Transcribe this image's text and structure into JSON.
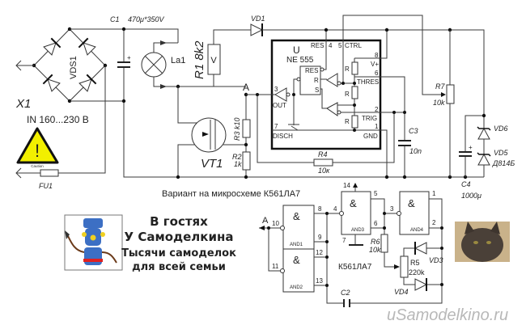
{
  "power": {
    "connector": "X1",
    "input": "IN  160...230 B",
    "caution": "Caution",
    "fuse": "FU1",
    "bridge": "VDS1"
  },
  "c1": {
    "name": "C1",
    "value": "470μ*350V"
  },
  "lamp": {
    "name": "La1"
  },
  "r1": {
    "label": "R1  8k2",
    "mark": "V"
  },
  "vd1": "VD1",
  "vt1": "VT1",
  "node_a": "A",
  "r3": "R3 k10",
  "r2": {
    "name": "R2",
    "value": "1k"
  },
  "ic555": {
    "ref": "U",
    "part": "NE 555",
    "pins": {
      "res": "RES",
      "p4": "4",
      "p5": "5",
      "ctrl": "CTRL",
      "p8": "8",
      "vplus": "V+",
      "p6": "6",
      "thres": "THRES",
      "p2": "2",
      "trig": "TRIG",
      "p1": "1",
      "gnd": "GND",
      "p3": "3",
      "out": "OUT",
      "p7": "7",
      "disch": "DISCH"
    },
    "ff": {
      "res": "RES",
      "r": "R",
      "s": "S"
    },
    "divider": "R"
  },
  "r4": {
    "name": "R4",
    "value": "10к"
  },
  "c3": {
    "name": "C3",
    "value": "10n"
  },
  "r7": {
    "name": "R7",
    "value": "10k"
  },
  "vd6": "VD6",
  "vd5": {
    "name": "VD5",
    "value": "Д814Б"
  },
  "c4": {
    "name": "C4",
    "value": "1000μ"
  },
  "variant_title": "Вариант на  микросхеме К561ЛА7",
  "logic": {
    "and_symbol": "&",
    "gates": [
      "AND1",
      "AND2",
      "AND3",
      "AND4"
    ],
    "pins": {
      "p8": "8",
      "p9": "9",
      "p10": "10",
      "p11": "11",
      "p12": "12",
      "p13": "13",
      "p4": "4",
      "p5": "5",
      "p6": "6",
      "p3": "3",
      "p1": "1",
      "p2": "2",
      "p7": "7",
      "p14": "14"
    },
    "chip": "К561ЛА7",
    "a": "A",
    "r6": {
      "name": "R6",
      "value": "10k"
    },
    "r5": {
      "name": "R5",
      "value": "220k"
    },
    "vd3": "VD3",
    "vd4": "VD4",
    "c2": "C2"
  },
  "promo": {
    "line1": "В гостях",
    "line2": "У Самоделкина",
    "line3": "Тысячи самоделок",
    "line4": "для всей семьи"
  },
  "watermark": "uSamodelkino.ru",
  "colors": {
    "warning": "#f2ef00",
    "robot": "#3c6fc4",
    "wire": "#3a3a3a"
  }
}
